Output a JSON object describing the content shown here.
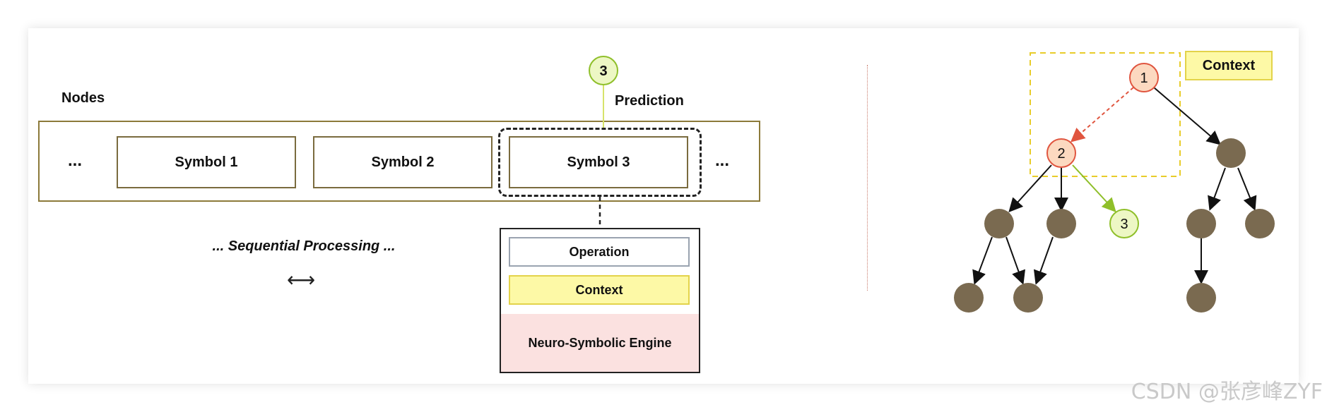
{
  "left": {
    "nodes_label": "Nodes",
    "prediction_label": "Prediction",
    "prediction_node": "3",
    "ellipsis_left": "...",
    "ellipsis_right": "...",
    "symbols": [
      "Symbol 1",
      "Symbol 2",
      "Symbol 3"
    ],
    "sequential_label": "... Sequential Processing ...",
    "bidirectional_arrow": "⟷",
    "engine": {
      "operation": "Operation",
      "context": "Context",
      "name": "Neuro-Symbolic Engine"
    }
  },
  "right": {
    "context_label": "Context",
    "node_1": "1",
    "node_2": "2",
    "node_3": "3"
  },
  "colors": {
    "highlight_node_fill": "#fcd9c0",
    "highlight_node_stroke": "#e0553f",
    "prediction_node_fill": "#edf7c4",
    "prediction_node_stroke": "#8fbf2a",
    "plain_node_fill": "#7a6a50",
    "context_fill": "#fdf9a6",
    "context_stroke": "#e3d34a",
    "engine_fill": "#fbe1e0"
  },
  "watermark": "CSDN @张彦峰ZYF"
}
